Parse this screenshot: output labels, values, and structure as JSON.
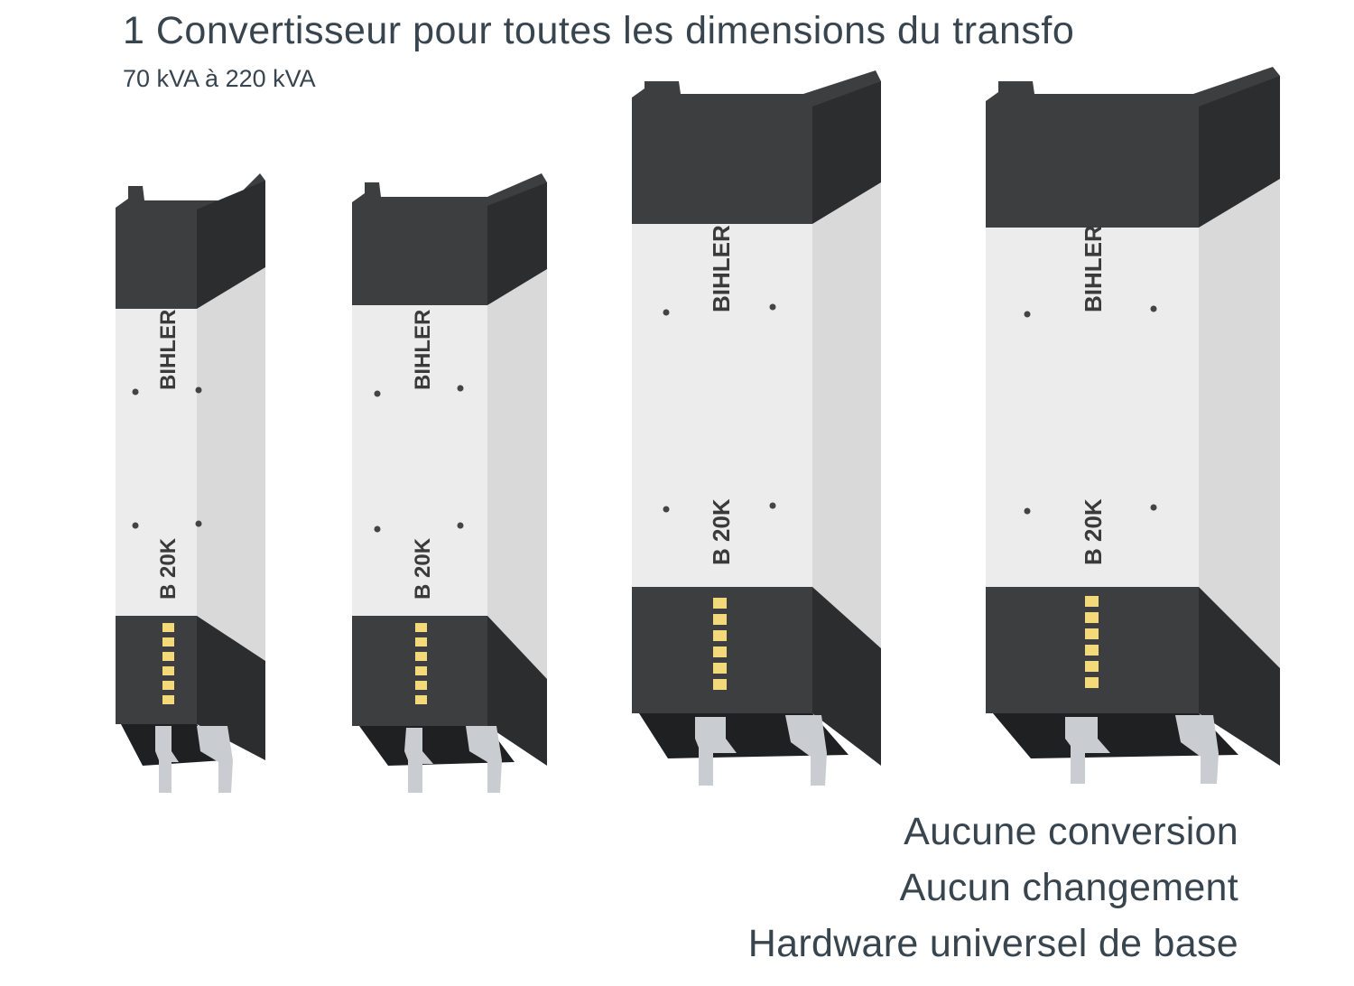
{
  "header": {
    "title": "1 Convertisseur pour toutes les dimensions du transfo",
    "subtitle": "70 kVA à 220 kVA"
  },
  "modules": [
    {
      "brand": "BIHLER",
      "model": "B 20K",
      "led_count": 6
    },
    {
      "brand": "BIHLER",
      "model": "B 20K",
      "led_count": 6
    },
    {
      "brand": "BIHLER",
      "model": "B 20K",
      "led_count": 6
    },
    {
      "brand": "BIHLER",
      "model": "B 20K",
      "led_count": 6
    }
  ],
  "captions": [
    "Aucune conversion",
    "Aucun changement",
    "Hardware universel de base"
  ],
  "colors": {
    "text": "#38454f",
    "housing_dark": "#3d3e40",
    "housing_side": "#2c2d2f",
    "panel_front": "#ececec",
    "panel_side": "#d9d9d9",
    "led": "#f4d97a",
    "pin": "#c9ccd0"
  }
}
